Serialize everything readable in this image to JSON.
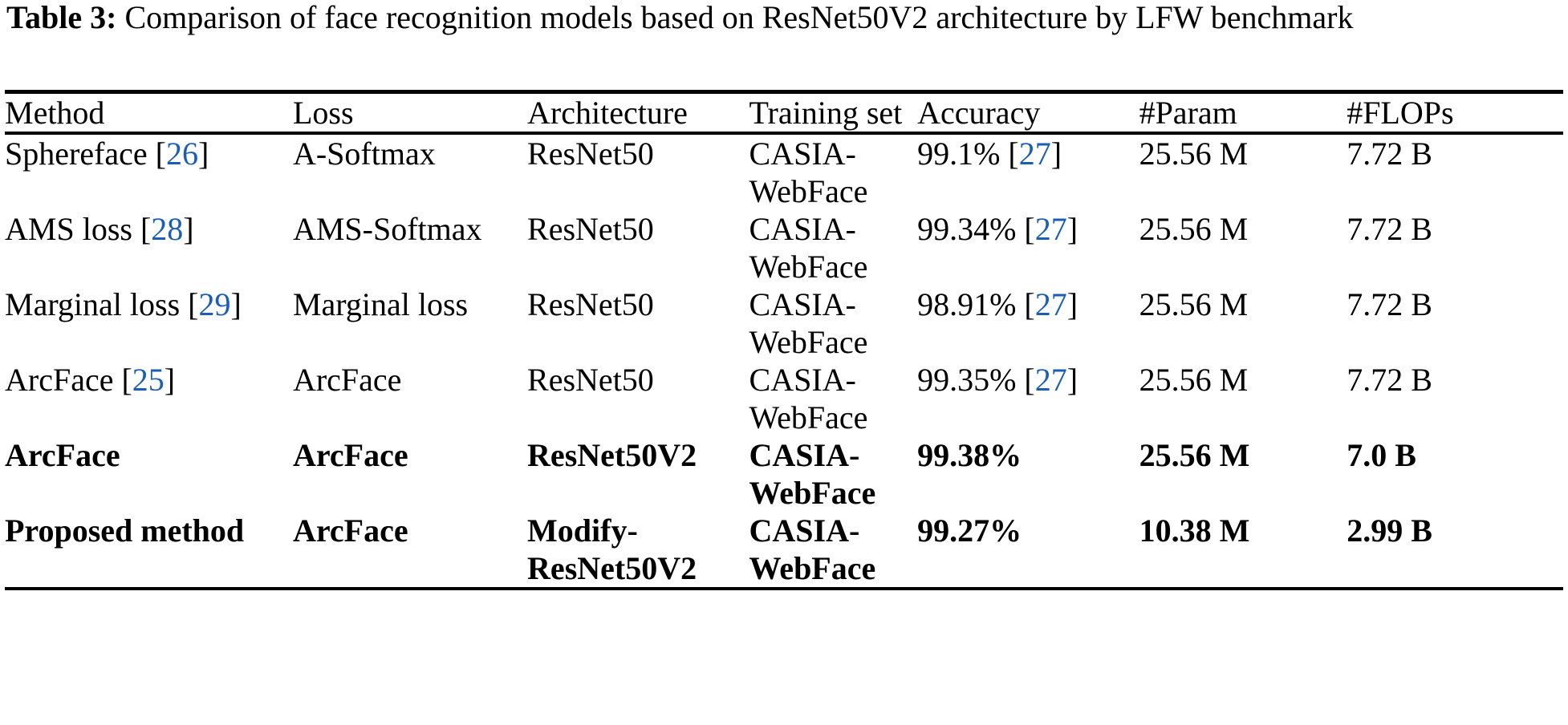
{
  "caption": {
    "label": "Table 3:",
    "text": " Comparison of face recognition models based on ResNet50V2 architecture by LFW benchmark"
  },
  "table": {
    "columns": [
      "Method",
      "Loss",
      "Architecture",
      "Training set",
      "Accuracy",
      "#Param",
      "#FLOPs"
    ],
    "rows": [
      {
        "method": "Sphereface",
        "method_cite": "26",
        "loss": "A-Softmax",
        "architecture": "ResNet50",
        "training_set": "CASIA-WebFace",
        "accuracy": "99.1%",
        "accuracy_cite": "27",
        "param": "25.56 M",
        "flops": "7.72 B",
        "bold": false
      },
      {
        "method": "AMS loss",
        "method_cite": "28",
        "loss": "AMS-Softmax",
        "architecture": "ResNet50",
        "training_set": "CASIA-WebFace",
        "accuracy": "99.34%",
        "accuracy_cite": "27",
        "param": "25.56 M",
        "flops": "7.72 B",
        "bold": false
      },
      {
        "method": "Marginal loss",
        "method_cite": "29",
        "loss": "Marginal loss",
        "architecture": "ResNet50",
        "training_set": "CASIA-WebFace",
        "accuracy": "98.91%",
        "accuracy_cite": "27",
        "param": "25.56 M",
        "flops": "7.72 B",
        "bold": false
      },
      {
        "method": "ArcFace",
        "method_cite": "25",
        "loss": "ArcFace",
        "architecture": "ResNet50",
        "training_set": "CASIA-WebFace",
        "accuracy": "99.35%",
        "accuracy_cite": "27",
        "param": "25.56 M",
        "flops": "7.72 B",
        "bold": false
      },
      {
        "method": "ArcFace",
        "method_cite": null,
        "loss": "ArcFace",
        "architecture": "ResNet50V2",
        "training_set": "CASIA-WebFace",
        "accuracy": "99.38%",
        "accuracy_cite": null,
        "param": "25.56 M",
        "flops": "7.0 B",
        "bold": true
      },
      {
        "method": "Proposed method",
        "method_cite": null,
        "loss": "ArcFace",
        "architecture": "Modify-ResNet50V2",
        "training_set": "CASIA-WebFace",
        "accuracy": "99.27%",
        "accuracy_cite": null,
        "param": "10.38 M",
        "flops": "2.99 B",
        "bold": true
      }
    ]
  },
  "colors": {
    "citation": "#1a5fb4",
    "text": "#000000",
    "background": "#ffffff",
    "rule": "#000000"
  }
}
